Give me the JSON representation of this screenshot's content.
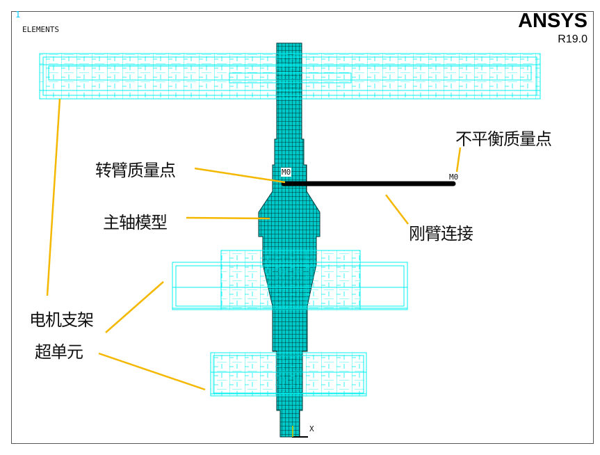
{
  "header": {
    "window_number": "1",
    "plot_type": "ELEMENTS",
    "brand": "ANSYS",
    "version": "R19.0"
  },
  "annotations": {
    "unbalanced_mass_point": "不平衡质量点",
    "arm_mass_point": "转臂质量点",
    "spindle_model": "主轴模型",
    "rigid_arm_connection": "刚臂连接",
    "motor_bracket": "电机支架",
    "superelement": "超单元"
  },
  "mass_labels": [
    "M0",
    "M0"
  ],
  "triad": {
    "x_label": "X"
  },
  "colors": {
    "mesh": "#00e5e5",
    "leader": "#f5b800",
    "arm": "#000000",
    "frame": "#555555"
  }
}
